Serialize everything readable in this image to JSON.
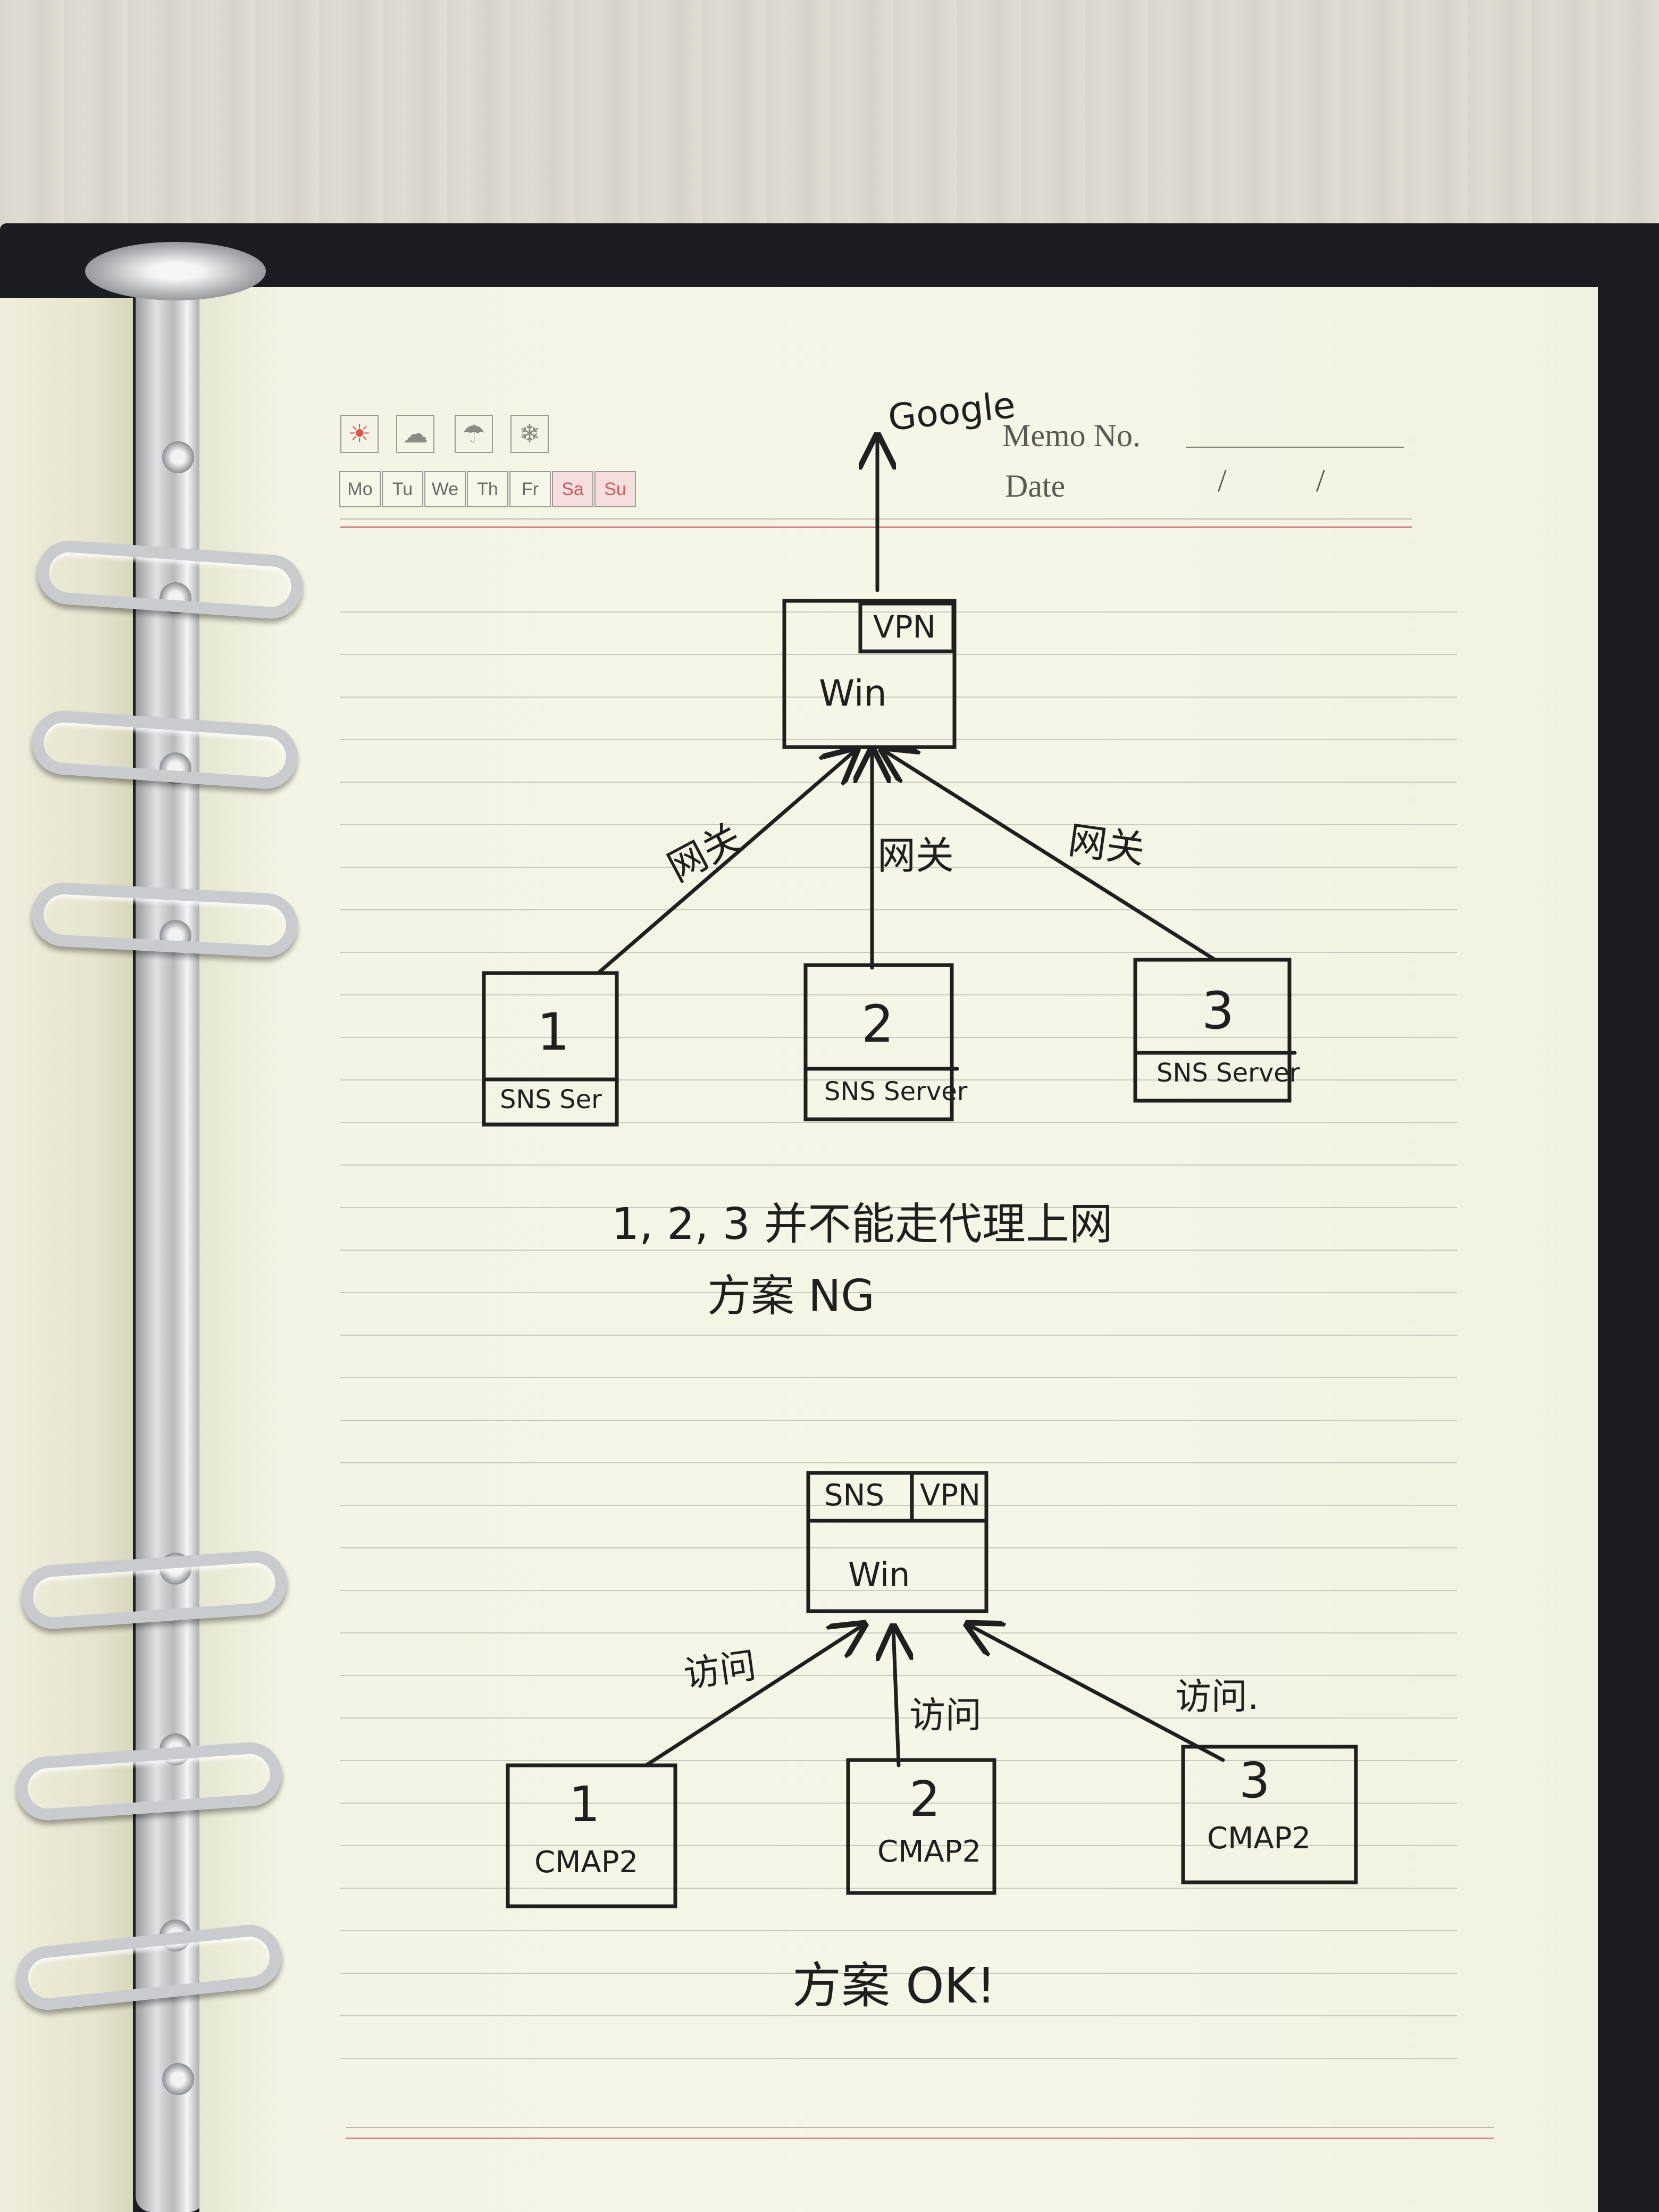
{
  "header": {
    "memo_label": "Memo No.",
    "date_label": "Date",
    "date_separators": [
      "/",
      "/"
    ],
    "weather_icons": [
      "sun-icon",
      "cloud-icon",
      "rain-icon",
      "snow-icon"
    ],
    "days": [
      "Mo",
      "Tu",
      "We",
      "Th",
      "Fr",
      "Sa",
      "Su"
    ]
  },
  "diagram_top": {
    "external_label": "Google",
    "host_box": {
      "tag": "VPN",
      "name": "Win"
    },
    "edge_labels": [
      "网关",
      "网关",
      "网关"
    ],
    "nodes": [
      {
        "number": "1",
        "label": "SNS Ser"
      },
      {
        "number": "2",
        "label": "SNS Server"
      },
      {
        "number": "3",
        "label": "SNS Server"
      }
    ],
    "note_line1": "1, 2, 3 并不能走代理上网",
    "note_line2": "方案 NG"
  },
  "diagram_bottom": {
    "host_box": {
      "tags": [
        "SNS",
        "VPN"
      ],
      "name": "Win"
    },
    "edge_labels": [
      "访问",
      "访问",
      "访问."
    ],
    "nodes": [
      {
        "number": "1",
        "label": "CMAP2"
      },
      {
        "number": "2",
        "label": "CMAP2"
      },
      {
        "number": "3",
        "label": "CMAP2"
      }
    ],
    "conclusion": "方案 OK!"
  },
  "colors": {
    "ink": "#1f1f1f",
    "paper": "#f6f6e7",
    "red_rule": "#d3868b",
    "binder": "#1b1d22"
  }
}
